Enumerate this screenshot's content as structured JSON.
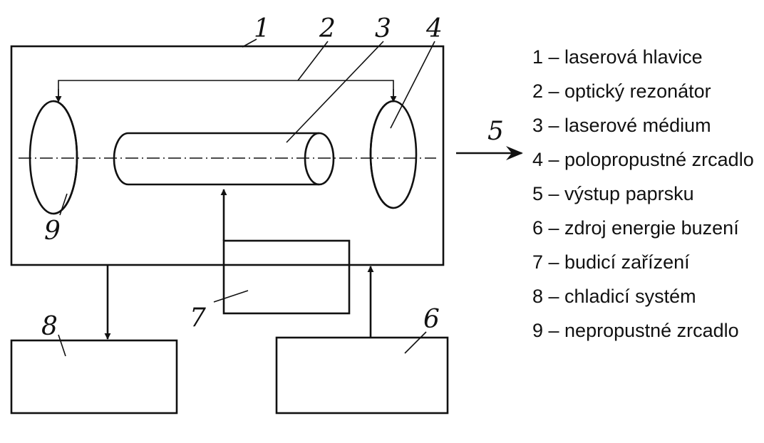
{
  "diagram": {
    "labels": {
      "n1": "1",
      "n2": "2",
      "n3": "3",
      "n4": "4",
      "n5": "5",
      "n6": "6",
      "n7": "7",
      "n8": "8",
      "n9": "9"
    }
  },
  "legend": {
    "items": [
      {
        "text": "1 – laserová hlavice"
      },
      {
        "text": "2 – optický rezonátor"
      },
      {
        "text": "3 – laserové médium"
      },
      {
        "text": "4 – polopropustné zrcadlo"
      },
      {
        "text": "5 – výstup paprsku"
      },
      {
        "text": "6 – zdroj energie buzení"
      },
      {
        "text": "7 – budicí zařízení"
      },
      {
        "text": "8 – chladicí systém"
      },
      {
        "text": "9 – nepropustné zrcadlo"
      }
    ]
  }
}
